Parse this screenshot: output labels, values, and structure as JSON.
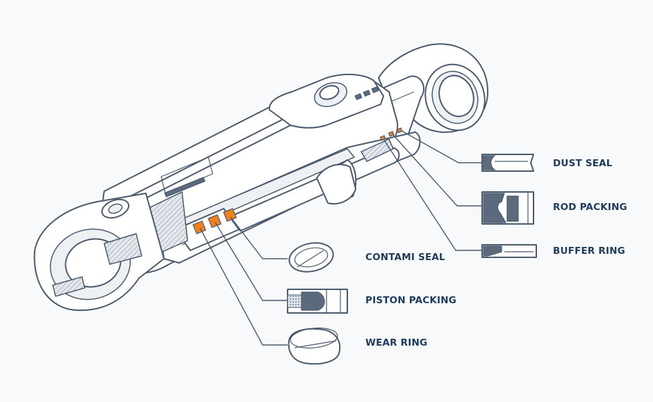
{
  "labels": {
    "dust_seal": "DUST SEAL",
    "rod_packing": "ROD PACKING",
    "buffer_ring": "BUFFER RING",
    "contami_seal": "CONTAMI SEAL",
    "piston_packing": "PISTON PACKING",
    "wear_ring": "WEAR RING"
  },
  "colors": {
    "outline": "#4a5a6e",
    "seal_highlight": "#f07f1e",
    "label_text": "#1e3a5c",
    "background": "#f8f9fa"
  }
}
